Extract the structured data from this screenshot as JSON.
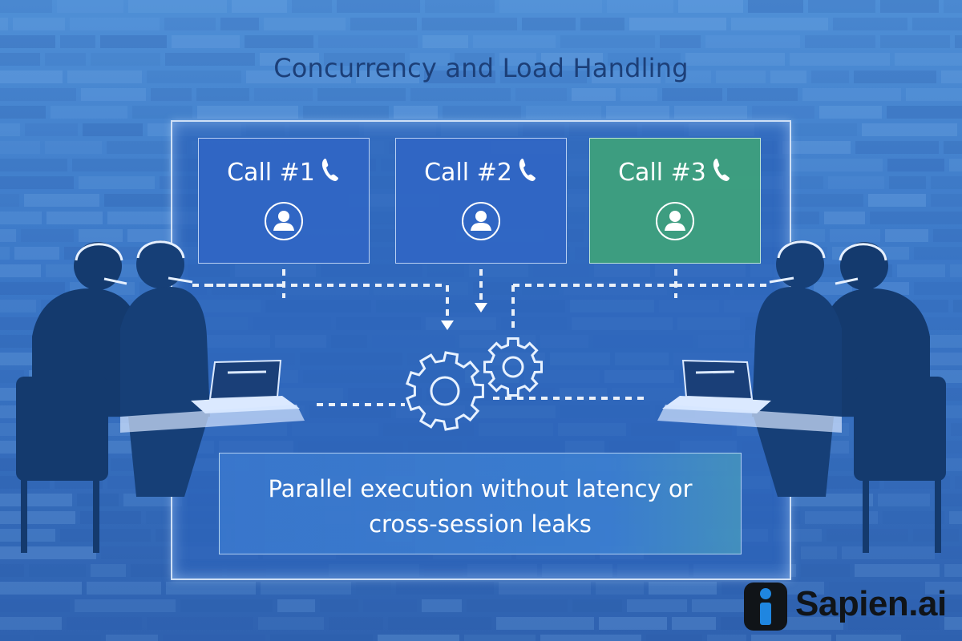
{
  "title": "Concurrency and Load Handling",
  "calls": [
    {
      "label": "Call #1",
      "active": false
    },
    {
      "label": "Call #2",
      "active": false
    },
    {
      "label": "Call #3",
      "active": true
    }
  ],
  "caption": {
    "line1": "Parallel execution without latency or",
    "line2": "cross-session leaks"
  },
  "brand": {
    "name": "Sapien.ai"
  },
  "icons": [
    "phone-icon",
    "avatar-icon",
    "gear-icon",
    "headset-agent-icon",
    "laptop-icon"
  ],
  "colors": {
    "background": "#3a76c6",
    "title": "#1c3f78",
    "call_card": "#3066c4",
    "call_card_active": "#3ea07c",
    "text": "#ffffff",
    "silhouette": "#143a6e"
  }
}
